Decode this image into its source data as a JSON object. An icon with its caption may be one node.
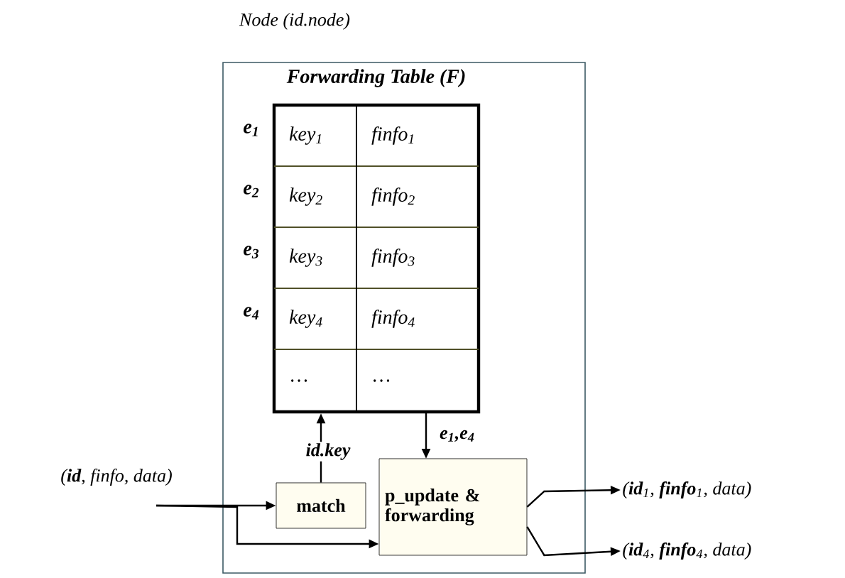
{
  "diagram": {
    "nodes": [
      {
        "text": [
          "Node (id.node)"
        ]
      },
      {
        "text": [
          "Forwarding Table (F)"
        ],
        "in": 0
      },
      {
        "text": [
          "match"
        ],
        "in": 0
      },
      {
        "text": [
          "p_update & forwarding"
        ],
        "in": 0
      },
      {
        "text": [
          "(**id**, finfo, data)"
        ]
      },
      {
        "text": [
          "(**id**$_{1}$, **finfo**$_{1}$, data)"
        ]
      },
      {
        "text": [
          "(**id**$_{4}$, **finfo**$_{4}$, data)"
        ]
      }
    ],
    "edges": [
      {
        "from": 4,
        "to": 2,
        "arrow": "to"
      },
      {
        "from": 4,
        "to": 3,
        "arrow": "to"
      },
      {
        "from": 2,
        "to": 1,
        "arrow": "to",
        "label": "id.key"
      },
      {
        "from": 1,
        "to": 3,
        "arrow": "to",
        "label": "e$_{1}$,e$_{4}$"
      },
      {
        "from": 3,
        "to": 5,
        "arrow": "to"
      },
      {
        "from": 3,
        "to": 6,
        "arrow": "to"
      }
    ],
    "labels": [
      "e$_{1}$",
      "key$_{1}$",
      "finfo$_{1}$",
      "e$_{2}$",
      "key$_{2}$",
      "finfo$_{2}$",
      "e$_{3}$",
      "key$_{3}$",
      "finfo$_{3}$",
      "e$_{4}$",
      "key$_{4}$",
      "finfo$_{4}$",
      "…",
      "…"
    ]
  }
}
